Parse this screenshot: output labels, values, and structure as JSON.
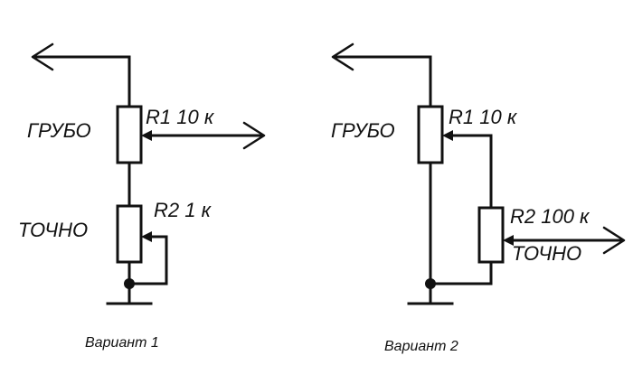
{
  "variant1": {
    "coarse_label": "ГРУБО",
    "fine_label": "ТОЧНО",
    "r1_label": "R1 10 к",
    "r2_label": "R2 1 к",
    "caption": "Вариант 1"
  },
  "variant2": {
    "coarse_label": "ГРУБО",
    "fine_label": "ТОЧНО",
    "r1_label": "R1 10 к",
    "r2_label": "R2 100 к",
    "caption": "Вариант 2"
  }
}
